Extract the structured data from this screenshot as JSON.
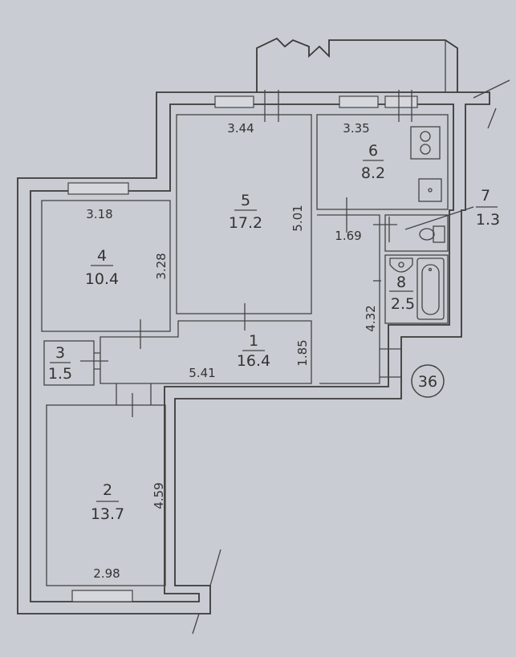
{
  "apartment_number": "36",
  "rooms": [
    {
      "id": "1",
      "number": "1",
      "area": "16.4"
    },
    {
      "id": "2",
      "number": "2",
      "area": "13.7"
    },
    {
      "id": "3",
      "number": "3",
      "area": "1.5"
    },
    {
      "id": "4",
      "number": "4",
      "area": "10.4"
    },
    {
      "id": "5",
      "number": "5",
      "area": "17.2"
    },
    {
      "id": "6",
      "number": "6",
      "area": "8.2"
    },
    {
      "id": "7",
      "number": "7",
      "area": "1.3"
    },
    {
      "id": "8",
      "number": "8",
      "area": "2.5"
    }
  ],
  "dimensions": {
    "r5_width": "3.44",
    "r5_depth": "5.01",
    "r6_width": "3.35",
    "r4_width": "3.18",
    "r4_depth": "3.28",
    "r1_length": "5.41",
    "r1_width": "1.85",
    "corridor_length": "4.32",
    "r7_width": "1.69",
    "r2_depth": "4.59",
    "r2_width": "2.98"
  }
}
